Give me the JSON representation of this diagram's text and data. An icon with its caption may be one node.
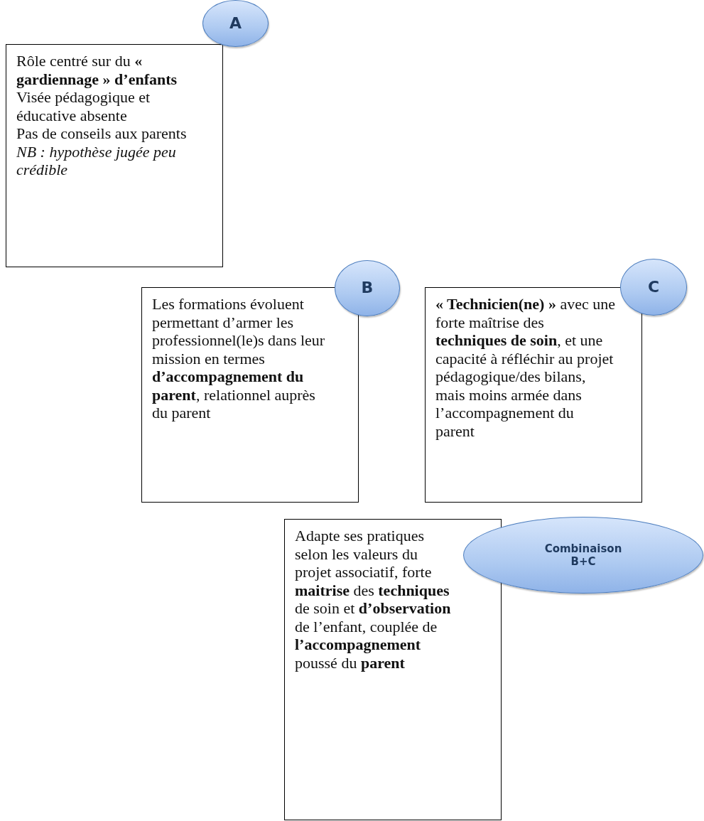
{
  "diagram": {
    "nodes": [
      {
        "text": [
          "A"
        ]
      },
      {
        "text": [
          "Rôle centré sur du **« gardiennage » d’enfants**",
          "Visée pédagogique et éducative absente",
          "Pas de conseils aux parents",
          "NB : hypothèse jugée peu crédible"
        ]
      },
      {
        "text": [
          "B"
        ]
      },
      {
        "text": [
          "C"
        ]
      },
      {
        "text": [
          "Les formations évoluent permettant d’armer les professionnel(le)s dans leur mission en termes **d’accompagnement du parent**, relationnel auprès du parent"
        ]
      },
      {
        "text": [
          "**« Technicien(ne) »** avec une forte maîtrise des **techniques de soin**, et une capacité à réfléchir au projet pédagogique/des bilans, mais moins armée dans l’accompagnement du parent"
        ]
      },
      {
        "text": [
          "Combinaison B+C"
        ]
      },
      {
        "text": [
          "Adapte ses pratiques selon les valeurs du projet associatif, forte **maitrise** des **techniques** de soin et **d’observation** de l’enfant, couplée de **l’accompagnement** poussé du **parent**"
        ]
      }
    ]
  }
}
